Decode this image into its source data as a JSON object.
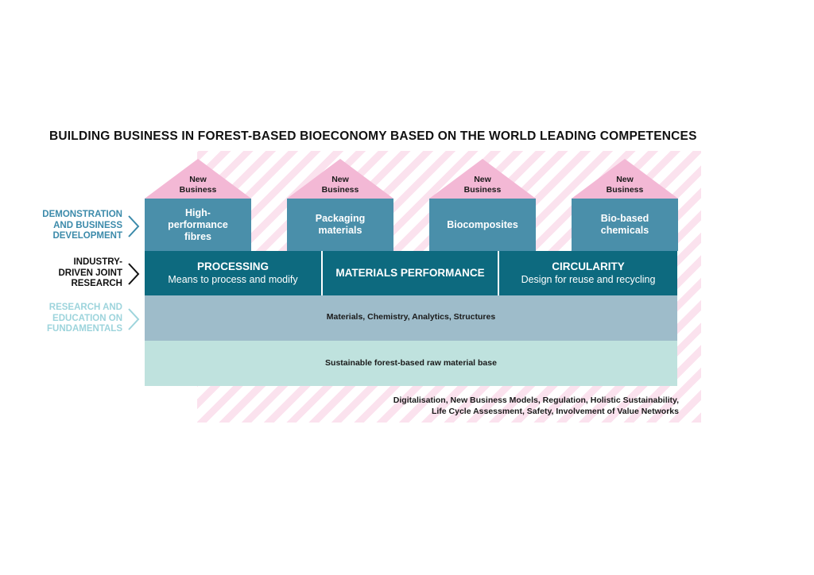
{
  "title": "BUILDING BUSINESS IN FOREST-BASED BIOECONOMY BASED ON THE WORLD LEADING COMPETENCES",
  "colors": {
    "roof_pink": "#f3b8d5",
    "house_teal": "#4a8faa",
    "pillar_dark": "#0d6a7f",
    "fundamentals_grey": "#9ebcca",
    "base_mint": "#bfe2de",
    "stripe_pink": "#fbe2ee",
    "label_demo": "#3b8aaa",
    "label_industry": "#111111",
    "label_research": "#9dd4dc"
  },
  "new_business": [
    {
      "line1": "New",
      "line2": "Business"
    },
    {
      "line1": "New",
      "line2": "Business"
    },
    {
      "line1": "New",
      "line2": "Business"
    },
    {
      "line1": "New",
      "line2": "Business"
    }
  ],
  "houses": [
    {
      "line1": "High-",
      "line2": "performance",
      "line3": "fibres"
    },
    {
      "line1": "Packaging",
      "line2": "materials"
    },
    {
      "line1": "Biocomposites"
    },
    {
      "line1": "Bio-based",
      "line2": "chemicals"
    }
  ],
  "pillars": [
    {
      "heading": "PROCESSING",
      "sub": "Means to process and modify"
    },
    {
      "heading": "MATERIALS PERFORMANCE",
      "sub": ""
    },
    {
      "heading": "CIRCULARITY",
      "sub": "Design for reuse and recycling"
    }
  ],
  "fundamentals_text": "Materials, Chemistry, Analytics, Structures",
  "base_text": "Sustainable forest-based raw material base",
  "side_labels": {
    "demo": {
      "line1": "DEMONSTRATION",
      "line2": "AND BUSINESS",
      "line3": "DEVELOPMENT"
    },
    "industry": {
      "line1": "INDUSTRY-",
      "line2": "DRIVEN JOINT",
      "line3": "RESEARCH"
    },
    "research": {
      "line1": "RESEARCH AND",
      "line2": "EDUCATION ON",
      "line3": "FUNDAMENTALS"
    }
  },
  "footer": {
    "line1": "Digitalisation, New Business Models, Regulation, Holistic Sustainability,",
    "line2": "Life Cycle Assessment, Safety, Involvement of Value Networks"
  }
}
